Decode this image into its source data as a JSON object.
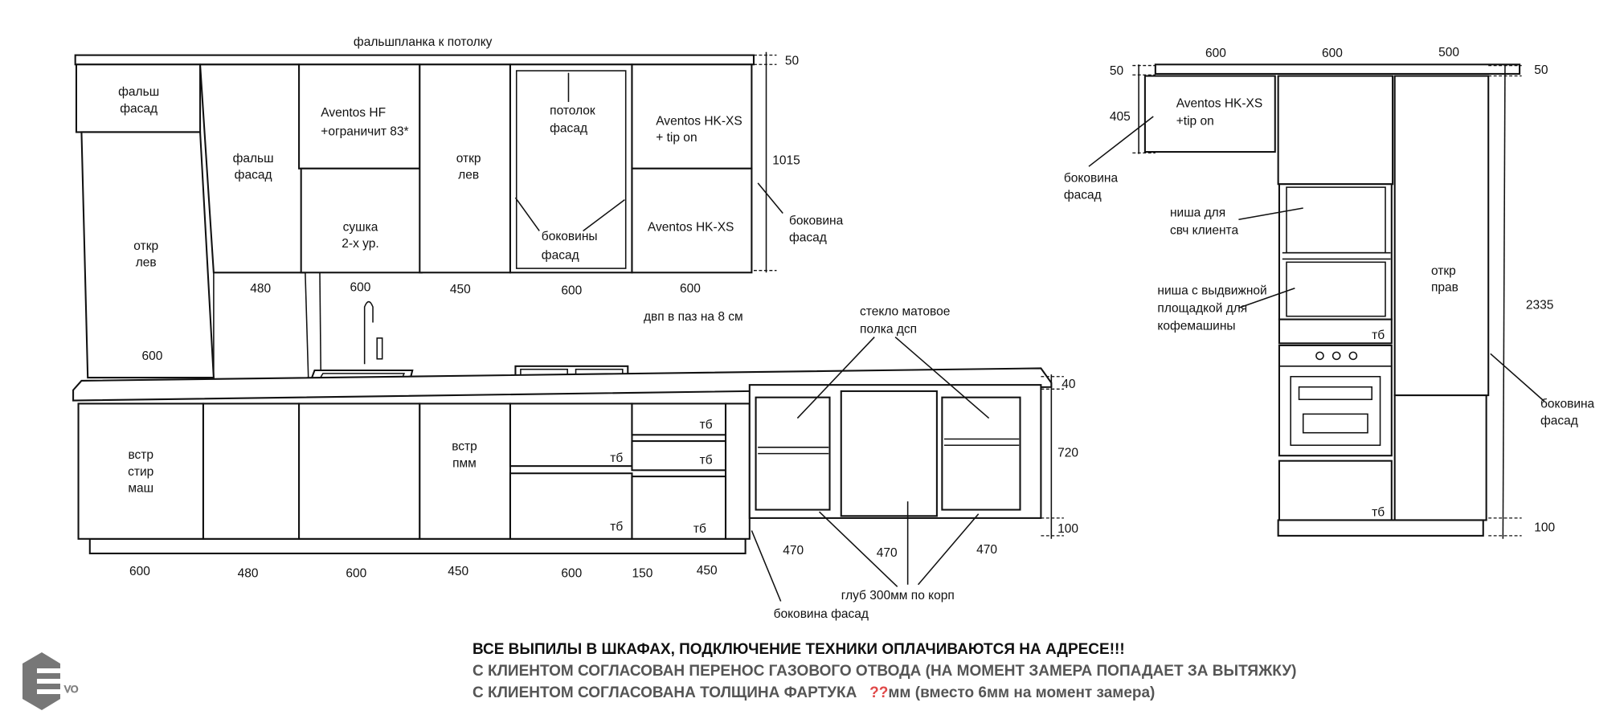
{
  "left_elevation": {
    "top_label": "фальшпланка к потолку",
    "upper": {
      "c1_top": [
        "фальш",
        "фасад"
      ],
      "c1_bottom": [
        "откр",
        "лев"
      ],
      "c1_width": "600",
      "c2": [
        "фальш",
        "фасад"
      ],
      "c3_top": [
        "Aventos HF",
        "+ограничит 83*"
      ],
      "c3_bottom": [
        "сушка",
        "2-х ур."
      ],
      "c4": [
        "откр",
        "лев"
      ],
      "c5_top": [
        "потолок",
        "фасад"
      ],
      "c5_sides": [
        "боковины",
        "фасад"
      ],
      "c6_top": [
        "Aventos HK-XS",
        "+ tip on"
      ],
      "c6_bottom": "Aventos HK-XS",
      "side_label": [
        "боковина",
        "фасад"
      ],
      "widths": [
        "480",
        "600",
        "450",
        "600",
        "600"
      ],
      "dim_top": "50",
      "dim_height": "1015",
      "note": "двп в паз на 8 см"
    },
    "lower": {
      "c1": [
        "встр",
        "стир",
        "маш"
      ],
      "c4": [
        "встр",
        "пмм"
      ],
      "drawer_label": "тб",
      "widths": [
        "600",
        "480",
        "600",
        "450",
        "600",
        "150",
        "450"
      ],
      "corner_widths": [
        "470",
        "470",
        "470"
      ],
      "glass_label": [
        "стекло матовое",
        "полка дсп"
      ],
      "depth_label": "глуб 300мм по корп",
      "side_label": "боковина фасад",
      "dim_counter": "40",
      "dim_height": "720",
      "dim_plinth": "100"
    }
  },
  "right_elevation": {
    "widths": [
      "600",
      "600",
      "500"
    ],
    "dim_top_left": "50",
    "dim_top_right": "50",
    "dim_405": "405",
    "upper_label": [
      "Aventos HK-XS",
      "+tip on"
    ],
    "side_label_upper": [
      "боковина",
      "фасад"
    ],
    "niche1": [
      "ниша для",
      "свч клиента"
    ],
    "niche2": [
      "ниша с выдвижной",
      "площадкой для",
      "кофемашины"
    ],
    "drawer_label": "тб",
    "tall_label": [
      "откр",
      "прав"
    ],
    "dim_total": "2335",
    "side_label_tall": [
      "боковина",
      "фасад"
    ],
    "dim_plinth": "100"
  },
  "notes": {
    "line1": "ВСЕ ВЫПИЛЫ В ШКАФАХ, ПОДКЛЮЧЕНИЕ ТЕХНИКИ ОПЛАЧИВАЮТСЯ НА АДРЕСЕ!!!",
    "line2": "С КЛИЕНТОМ СОГЛАСОВАН ПЕРЕНОС ГАЗОВОГО ОТВОДА (НА МОМЕНТ ЗАМЕРА ПОПАДАЕТ ЗА ВЫТЯЖКУ)",
    "line3_a": "С КЛИЕНТОМ СОГЛАСОВАНА ТОЛЩИНА ФАРТУКА",
    "line3_q": "??",
    "line3_b": "мм (вместо 6мм на момент замера)"
  },
  "logo": {
    "text": "EVO"
  }
}
